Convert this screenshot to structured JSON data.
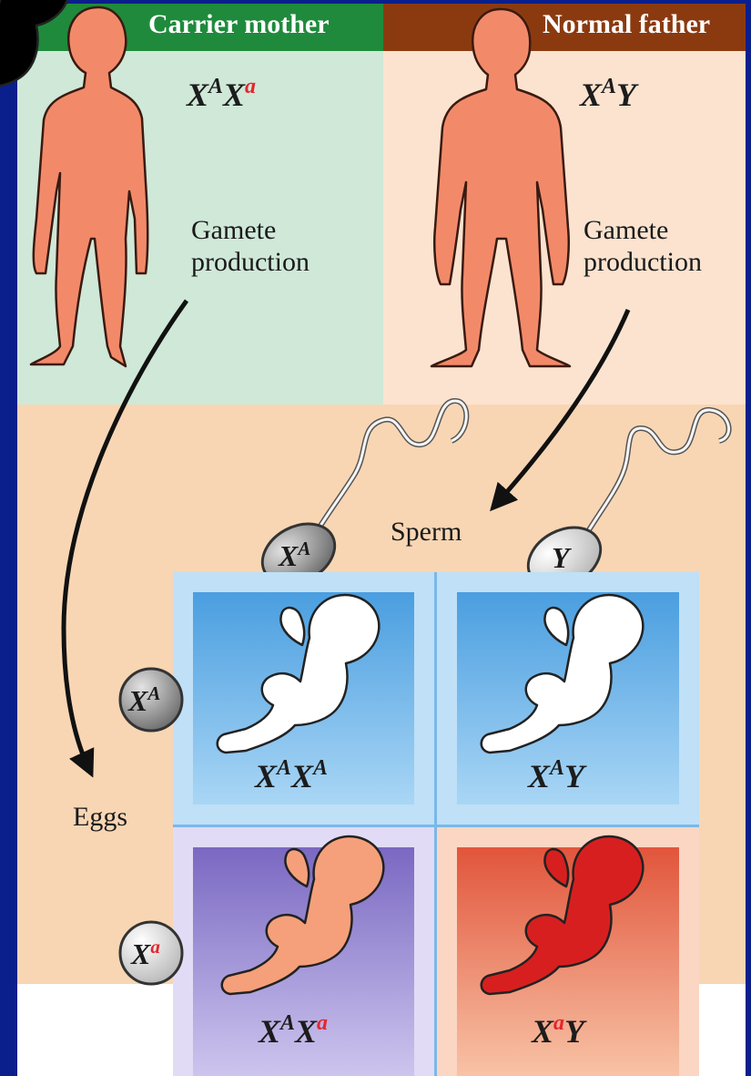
{
  "header": {
    "left": "Carrier mother",
    "right": "Normal father"
  },
  "mother": {
    "genotype_base": "X",
    "allele1": "A",
    "base2": "X",
    "allele2": "a"
  },
  "father": {
    "genotype_base": "X",
    "allele1": "A",
    "base2": "Y"
  },
  "labels": {
    "gamete_left": "Gamete\nproduction",
    "gamete_right": "Gamete\nproduction",
    "sperm": "Sperm",
    "eggs": "Eggs"
  },
  "sperm_cells": [
    {
      "base": "X",
      "allele": "A"
    },
    {
      "base": "Y",
      "allele": ""
    }
  ],
  "egg_cells": [
    {
      "base": "X",
      "allele": "A"
    },
    {
      "base": "X",
      "allele": "a"
    }
  ],
  "offspring": [
    {
      "b1": "X",
      "a1": "A",
      "b2": "X",
      "a2": "A"
    },
    {
      "b1": "X",
      "a1": "A",
      "b2": "Y",
      "a2": ""
    },
    {
      "b1": "X",
      "a1": "A",
      "b2": "X",
      "a2": "a"
    },
    {
      "b1": "X",
      "a1": "a",
      "b2": "Y",
      "a2": ""
    }
  ],
  "colors": {
    "background": "#0a1f8c",
    "mother_header": "#1f8a3c",
    "father_header": "#8b3a10",
    "mother_panel": "#cfe8d8",
    "father_panel": "#fbe3cf",
    "lower_panel": "#f8d6b4",
    "cell_blue": "#4fa3e0",
    "cell_purple": "#8270c6",
    "cell_red": "#e55a3c",
    "figure": "#f28a6a",
    "allele_red": "#e3262f"
  }
}
